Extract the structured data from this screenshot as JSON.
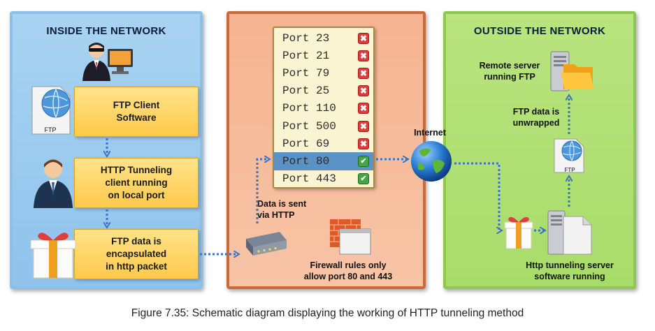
{
  "panels": {
    "inside": {
      "title": "INSIDE THE NETWORK"
    },
    "outside": {
      "title": "OUTSIDE THE NETWORK"
    }
  },
  "inside": {
    "ftp_client": "FTP Client\nSoftware",
    "tunnel_client": "HTTP Tunneling\nclient running\non local port",
    "encapsulated": "FTP data is\nencapsulated\nin http packet",
    "ftp_doc_label": "FTP"
  },
  "middle": {
    "ports": [
      {
        "label": "Port 23",
        "status": "deny"
      },
      {
        "label": "Port 21",
        "status": "deny"
      },
      {
        "label": "Port 79",
        "status": "deny"
      },
      {
        "label": "Port 25",
        "status": "deny"
      },
      {
        "label": "Port 110",
        "status": "deny"
      },
      {
        "label": "Port 500",
        "status": "deny"
      },
      {
        "label": "Port 69",
        "status": "deny"
      },
      {
        "label": "Port 80",
        "status": "allow"
      },
      {
        "label": "Port 443",
        "status": "allow"
      }
    ],
    "data_sent": "Data is sent\nvia HTTP",
    "firewall_rules": "Firewall rules only\nallow port 80 and 443"
  },
  "internet_label": "Internet",
  "outside": {
    "remote_server": "Remote server\nrunning FTP",
    "unwrapped": "FTP data is\nunwrapped",
    "tunnel_server": "Http tunneling server\nsoftware running",
    "ftp_doc_label": "FTP"
  },
  "caption": "Figure 7.35: Schematic diagram displaying the working of HTTP tunneling method",
  "colors": {
    "arrow": "#3b73c4",
    "inside_panel": "#a9d3f2",
    "middle_panel": "#f6b491",
    "outside_panel": "#b9e47f",
    "label_box": "#ffc94a"
  }
}
